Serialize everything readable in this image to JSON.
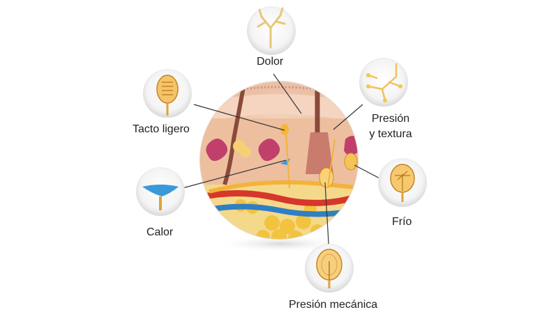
{
  "labels": {
    "pain": "Dolor",
    "light_touch": "Tacto ligero",
    "pressure_texture_line1": "Presión",
    "pressure_texture_line2": "y textura",
    "cold": "Frío",
    "heat": "Calor",
    "mechanical_pressure": "Presión mecánica"
  },
  "colors": {
    "skin_epidermis": "#f3c9b0",
    "dermis": "#e9b99b",
    "fat": "#f2c74a",
    "artery": "#d6372b",
    "vein": "#2f7fc4",
    "nerve": "#f3b23a",
    "hair": "#8a4a3a",
    "gland": "#c0406b",
    "heat_receptor": "#3a9ad9",
    "leader_line": "#333333"
  },
  "icons": [
    "free-nerve-ending-icon",
    "meissner-corpuscle-icon",
    "merkel-disc-icon",
    "krause-bulb-icon",
    "thermoreceptor-icon",
    "pacinian-corpuscle-icon"
  ]
}
